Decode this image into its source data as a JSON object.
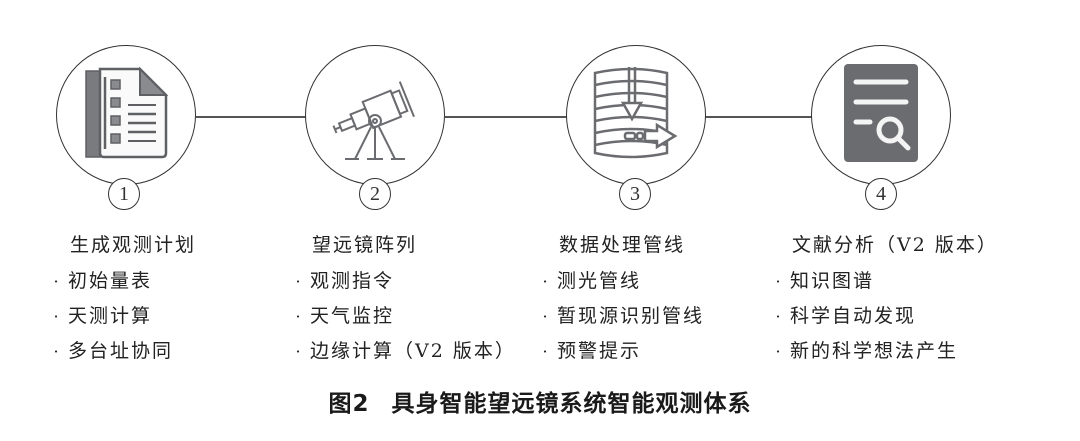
{
  "diagram": {
    "type": "process-flow",
    "line_color": "#555555",
    "icon_color": "#6b6c70",
    "stages": [
      {
        "number": "1",
        "icon": "checklist-document-icon",
        "heading": "生成观测计划",
        "items": [
          "初始量表",
          "天测计算",
          "多台址协同"
        ]
      },
      {
        "number": "2",
        "icon": "telescope-icon",
        "heading": "望远镜阵列",
        "items": [
          "观测指令",
          "天气监控",
          "边缘计算（V2 版本）"
        ]
      },
      {
        "number": "3",
        "icon": "database-pipeline-icon",
        "heading": "数据处理管线",
        "items": [
          "测光管线",
          "暂现源识别管线",
          "预警提示"
        ]
      },
      {
        "number": "4",
        "icon": "document-search-icon",
        "heading": "文献分析（V2 版本）",
        "items": [
          "知识图谱",
          "科学自动发现",
          "新的科学想法产生"
        ]
      }
    ],
    "bullet_glyph": "·"
  },
  "caption": {
    "figure_number": "图2",
    "title": "具身智能望远镜系统智能观测体系"
  }
}
